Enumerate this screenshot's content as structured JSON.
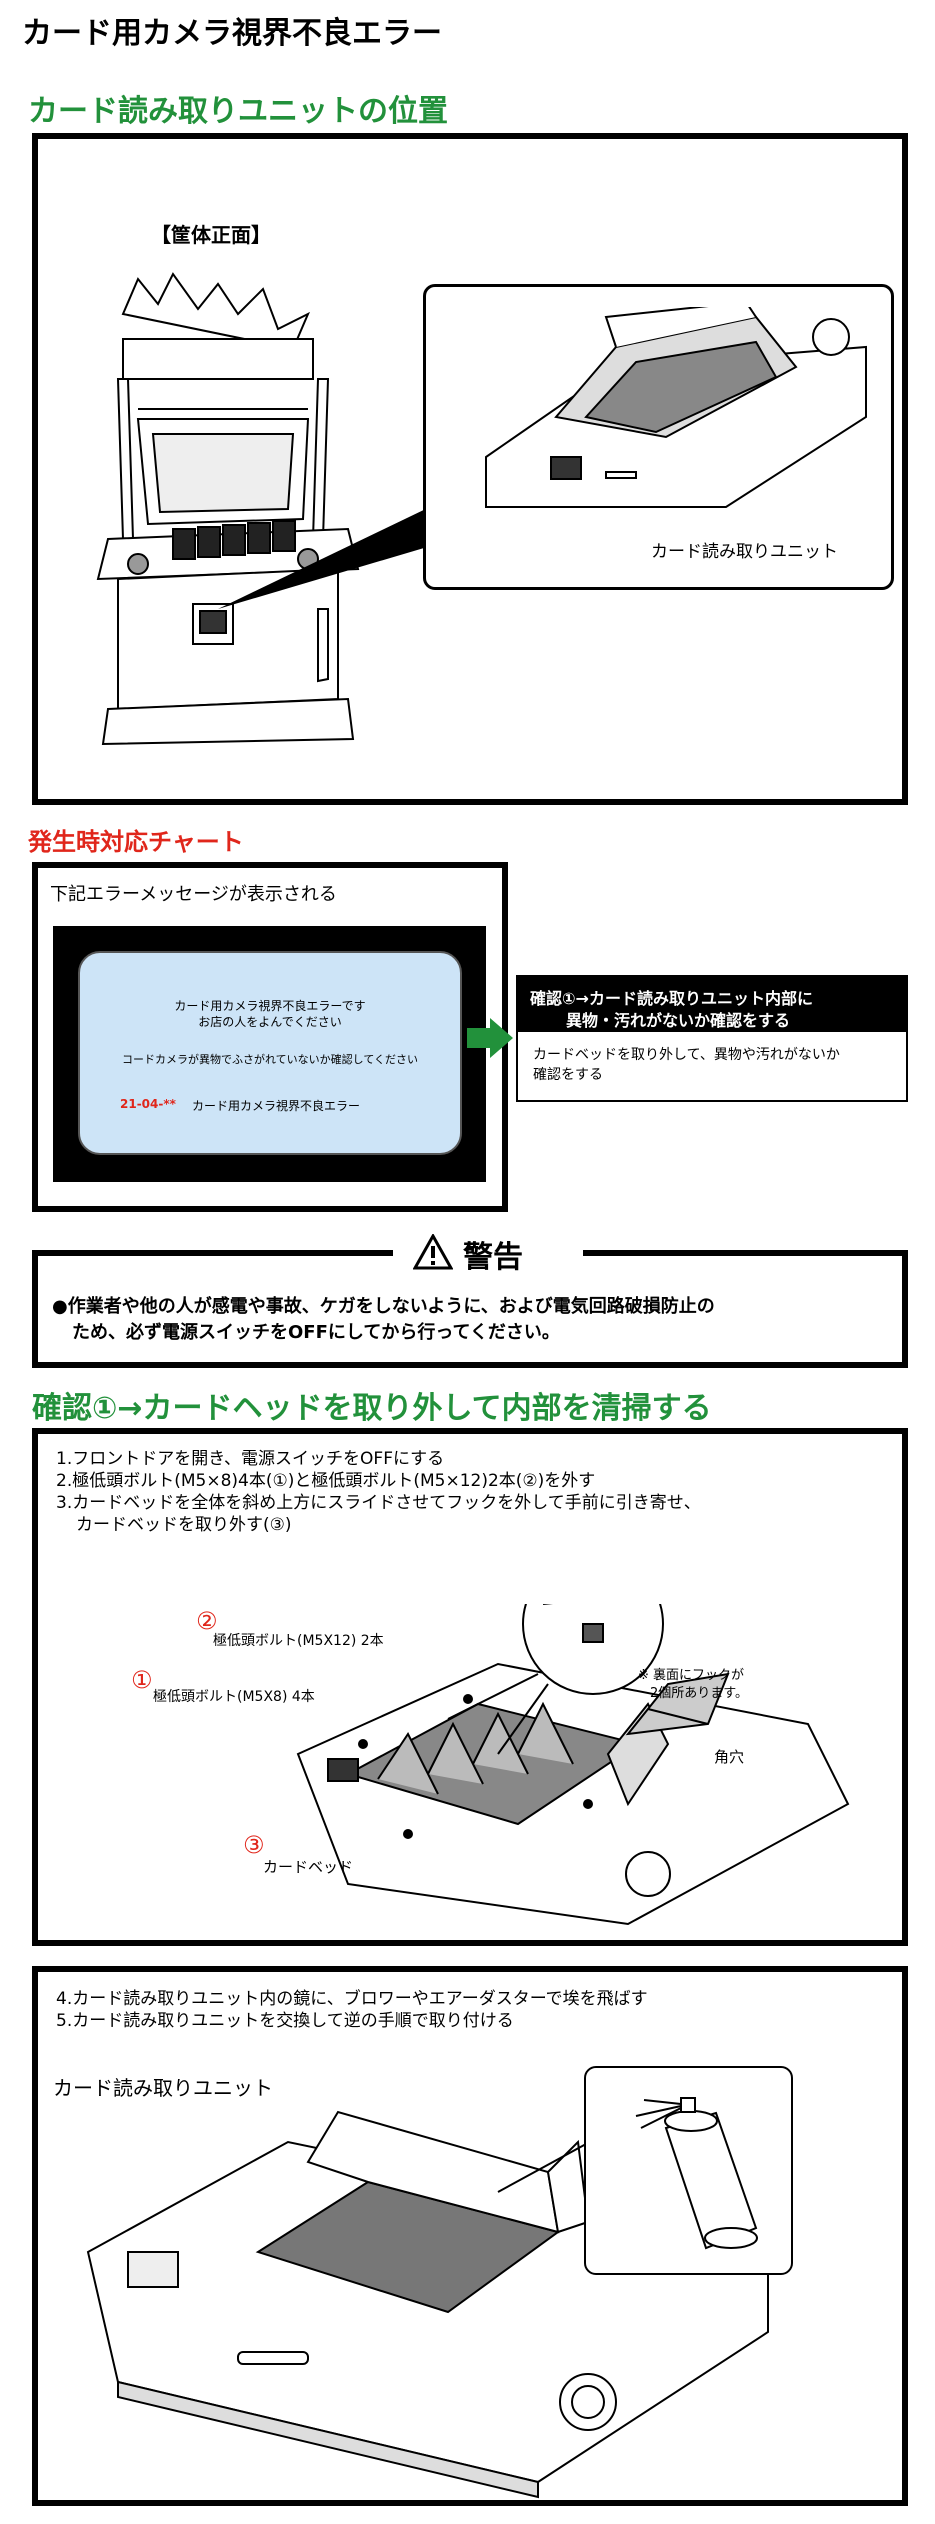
{
  "page_title": "カード用カメラ視界不良エラー",
  "section1": {
    "title": "カード読み取りユニットの位置",
    "cabinet_label": "【筐体正面】",
    "unit_label": "カード読み取りユニット"
  },
  "section2": {
    "title": "発生時対応チャート",
    "message_prompt": "下記エラーメッセージが表示される",
    "screen": {
      "line1": "カード用カメラ視界不良エラーです",
      "line2": "お店の人をよんでください",
      "line3": "コードカメラが異物でふさがれていないか確認してください",
      "error_code": "21-04-**",
      "error_name": "カード用カメラ視界不良エラー"
    },
    "check": {
      "title_line1": "確認①→カード読み取りユニット内部に",
      "title_line2": "異物・汚れがないか確認をする",
      "body_line1": "カードベッドを取り外して、異物や汚れがないか",
      "body_line2": "確認をする"
    },
    "colors": {
      "arrow": "#22913b",
      "screen_bg": "#cde4f7",
      "error_code": "#e0261b"
    }
  },
  "warning": {
    "title": "警告",
    "line1": "●作業者や他の人が感電や事故、ケガをしないように、および電気回路破損防止の",
    "line2": "ため、必ず電源スイッチをOFFにしてから行ってください。"
  },
  "section3": {
    "title": "確認①→カードヘッドを取り外して内部を清掃する",
    "steps": [
      "1.フロントドアを開き、電源スイッチをOFFにする",
      "2.極低頭ボルト(M5×8)4本(①)と極低頭ボルト(M5×12)2本(②)を外す",
      "3.カードベッドを全体を斜め上方にスライドさせてフックを外して手前に引き寄せ、",
      "カードベッドを取り外す(③)"
    ],
    "labels": {
      "num2": "②",
      "bolt12": "極低頭ボルト(M5X12) 2本",
      "num1": "①",
      "bolt8": "極低頭ボルト(M5X8) 4本",
      "hook_note1": "※ 裏面にフックが",
      "hook_note2": "2個所あります。",
      "square_hole": "角穴",
      "num3": "③",
      "card_bed": "カードベッド"
    }
  },
  "section4": {
    "steps": [
      "4.カード読み取りユニット内の鏡に、ブロワーやエアーダスターで埃を飛ばす",
      "5.カード読み取りユニットを交換して逆の手順で取り付ける"
    ],
    "unit_label": "カード読み取りユニット"
  }
}
